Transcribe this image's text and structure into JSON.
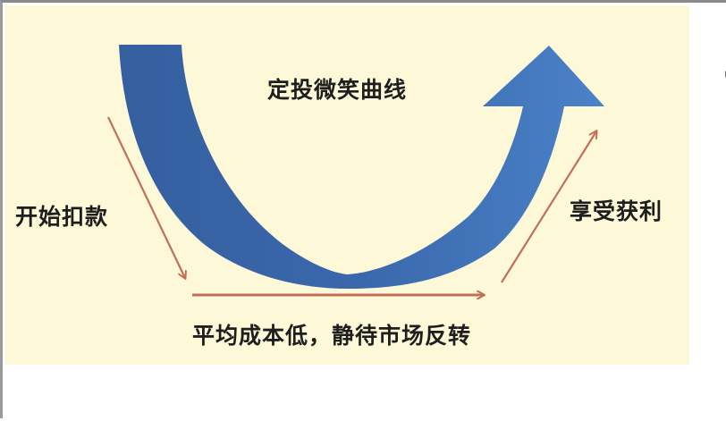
{
  "diagram": {
    "title": "定投微笑曲线",
    "stages": [
      {
        "id": "start",
        "label": "开始扣款"
      },
      {
        "id": "bottom",
        "label": "平均成本低，静待市场反转"
      },
      {
        "id": "profit",
        "label": "享受获利"
      }
    ],
    "colors": {
      "background": "#fdf8d8",
      "curve": "#3a66a8",
      "curve_light": "#4a80c8",
      "guide_arrows": "#c0705a",
      "text": "#1e1e1e",
      "border": "#8a8a8a"
    },
    "shapes": {
      "smile_curve": "blue-u-shaped-arrow-pointing-up-right",
      "guide_arrows": [
        "down-left-diagonal",
        "horizontal-bottom",
        "up-right-diagonal"
      ]
    }
  }
}
